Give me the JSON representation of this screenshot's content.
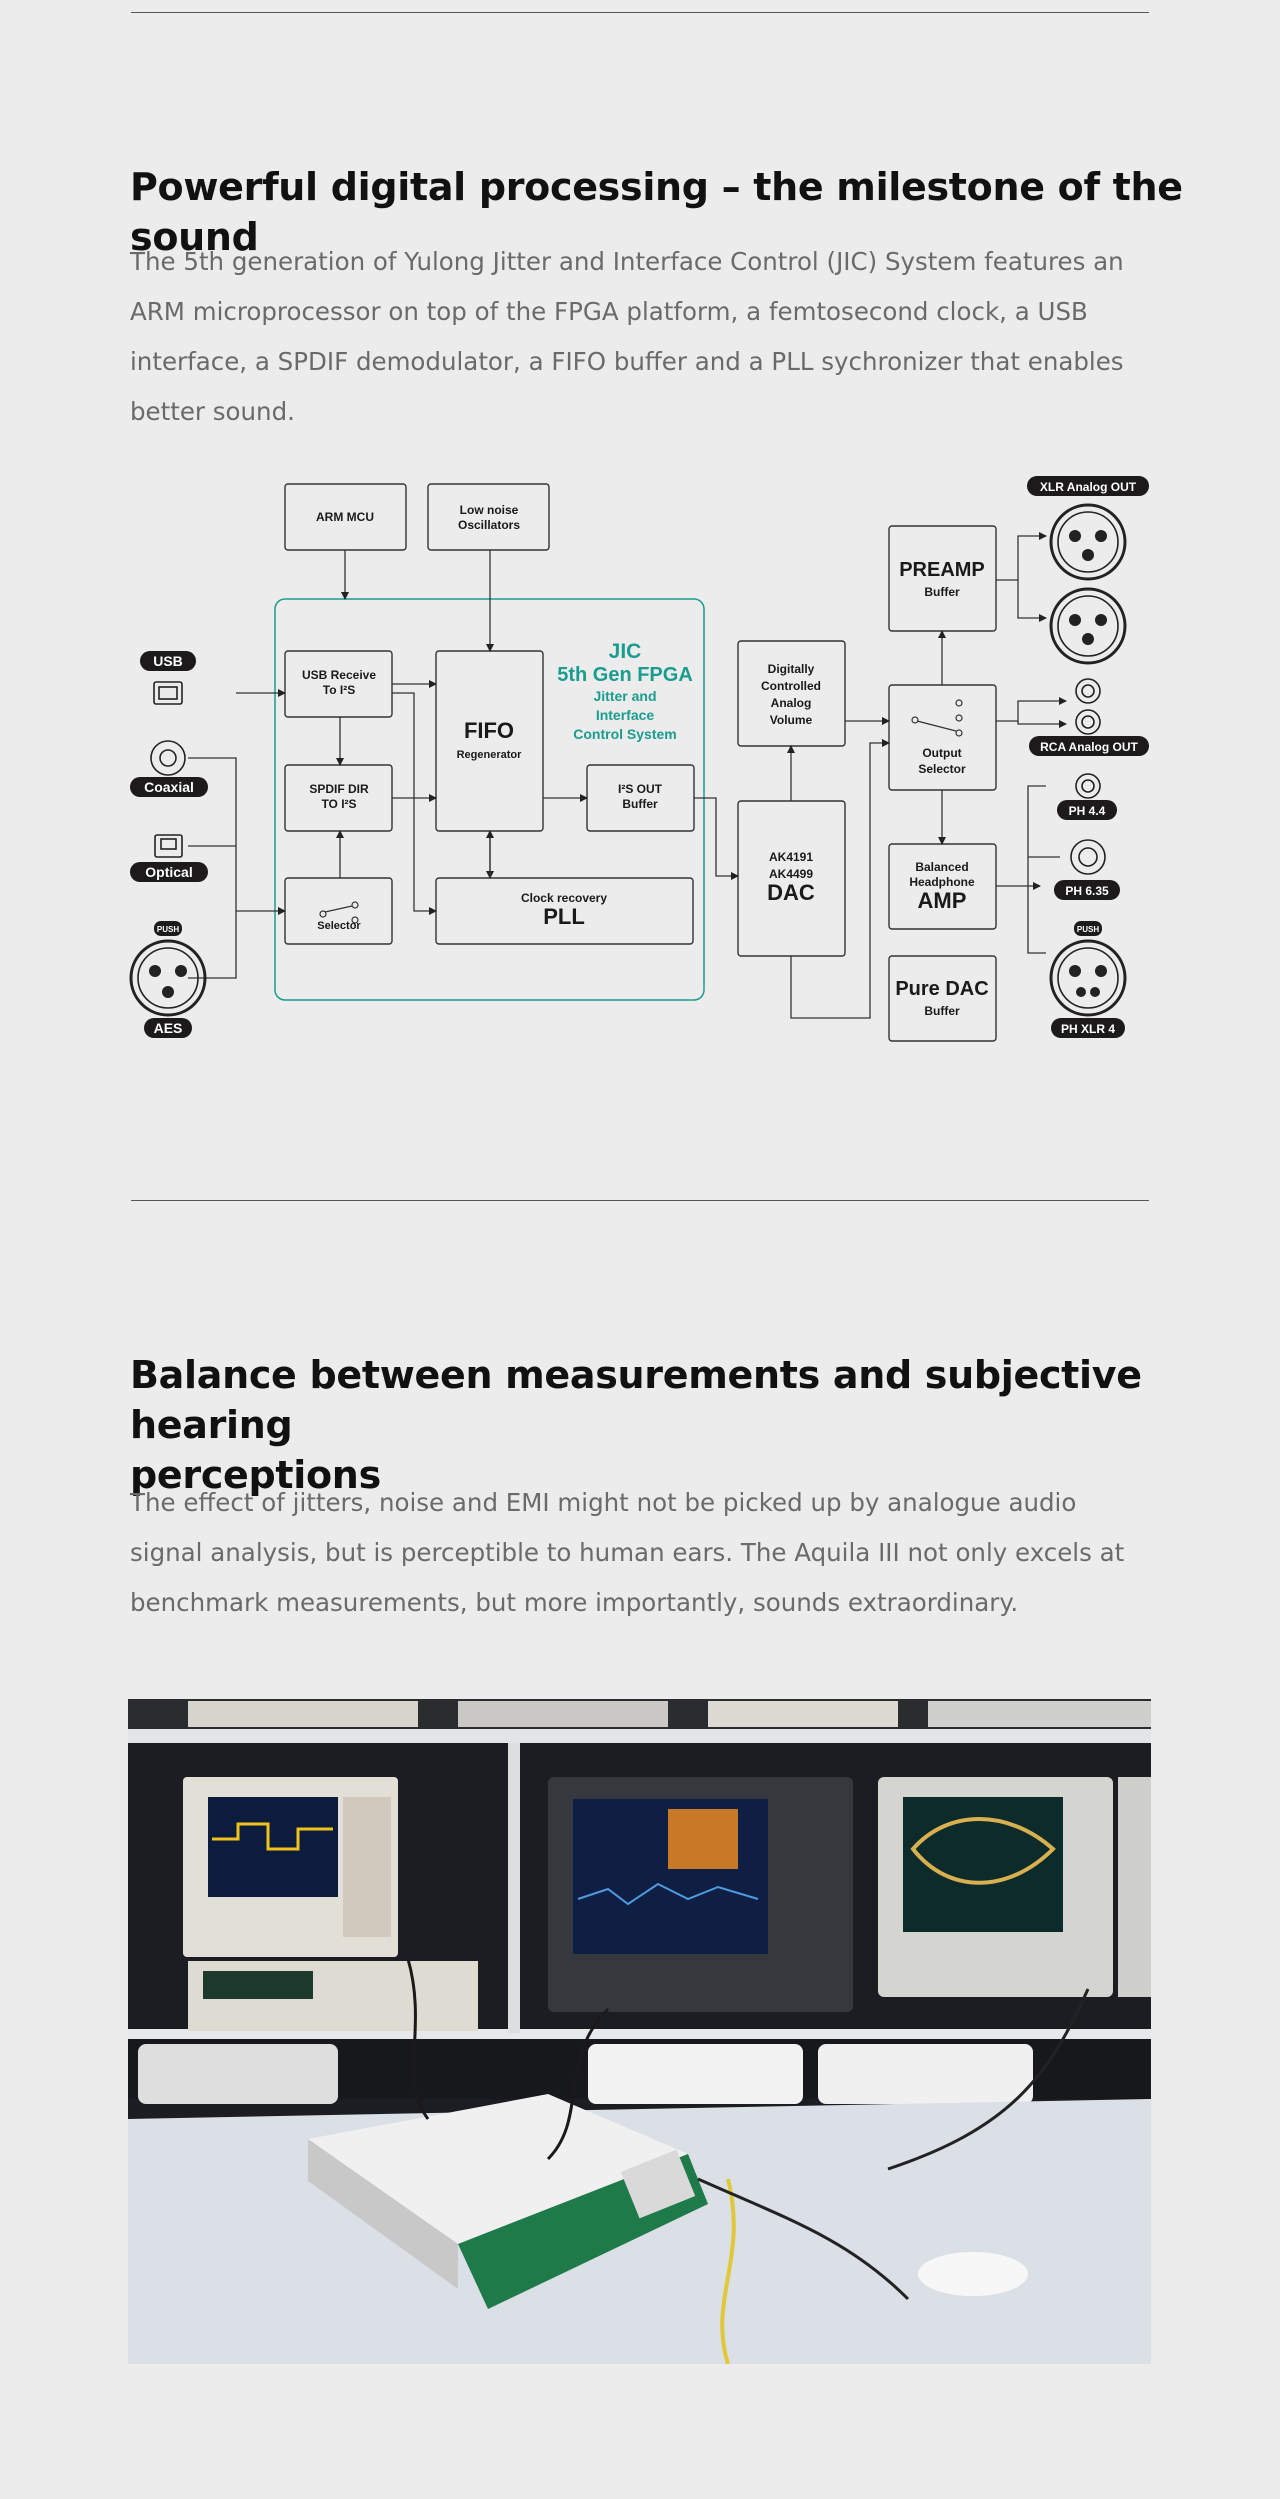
{
  "section1": {
    "heading": "Powerful digital processing – the milestone of the sound",
    "text": "The 5th generation of Yulong Jitter and Interface Control (JIC) System features an ARM microprocessor on top of the FPGA platform, a femtosecond clock, a USB interface, a SPDIF demodulator, a FIFO buffer and a PLL sychronizer that enables better sound."
  },
  "diagram": {
    "inputs": {
      "usb": "USB",
      "coaxial": "Coaxial",
      "optical": "Optical",
      "aes": "AES",
      "push": "PUSH"
    },
    "arm_mcu": "ARM MCU",
    "osc_1": "Low noise",
    "osc_2": "Oscillators",
    "usb_rx_1": "USB Receive",
    "usb_rx_2": "To I²S",
    "spdif_1": "SPDIF DIR",
    "spdif_2": "TO I²S",
    "selector": "Selector",
    "fifo": "FIFO",
    "fifo_sub": "Regenerator",
    "jic_1": "JIC",
    "jic_2": "5th Gen FPGA",
    "jic_3": "Jitter and",
    "jic_4": "Interface",
    "jic_5": "Control System",
    "i2s_1": "I²S OUT",
    "i2s_2": "Buffer",
    "pll_1": "Clock recovery",
    "pll_2": "PLL",
    "vol_1": "Digitally",
    "vol_2": "Controlled",
    "vol_3": "Analog",
    "vol_4": "Volume",
    "dac_1": "AK4191",
    "dac_2": "AK4499",
    "dac_3": "DAC",
    "preamp_1": "PREAMP",
    "preamp_2": "Buffer",
    "outsel_1": "Output",
    "outsel_2": "Selector",
    "amp_1": "Balanced",
    "amp_2": "Headphone",
    "amp_3": "AMP",
    "puredac_1": "Pure DAC",
    "puredac_2": "Buffer",
    "outputs": {
      "xlr": "XLR Analog OUT",
      "rca": "RCA Analog OUT",
      "ph44": "PH 4.4",
      "ph635": "PH 6.35",
      "phxlr": "PH XLR 4",
      "push": "PUSH"
    },
    "accent_color": "#1a9c8e"
  },
  "section2": {
    "heading_line1": "Balance between measurements and subjective hearing",
    "heading_line2": "perceptions",
    "text": "The effect of jitters, noise and EMI might not be picked up by analogue audio signal analysis, but is perceptible to human ears.  The Aquila III not only excels at benchmark measurements, but more importantly, sounds extraordinary."
  }
}
